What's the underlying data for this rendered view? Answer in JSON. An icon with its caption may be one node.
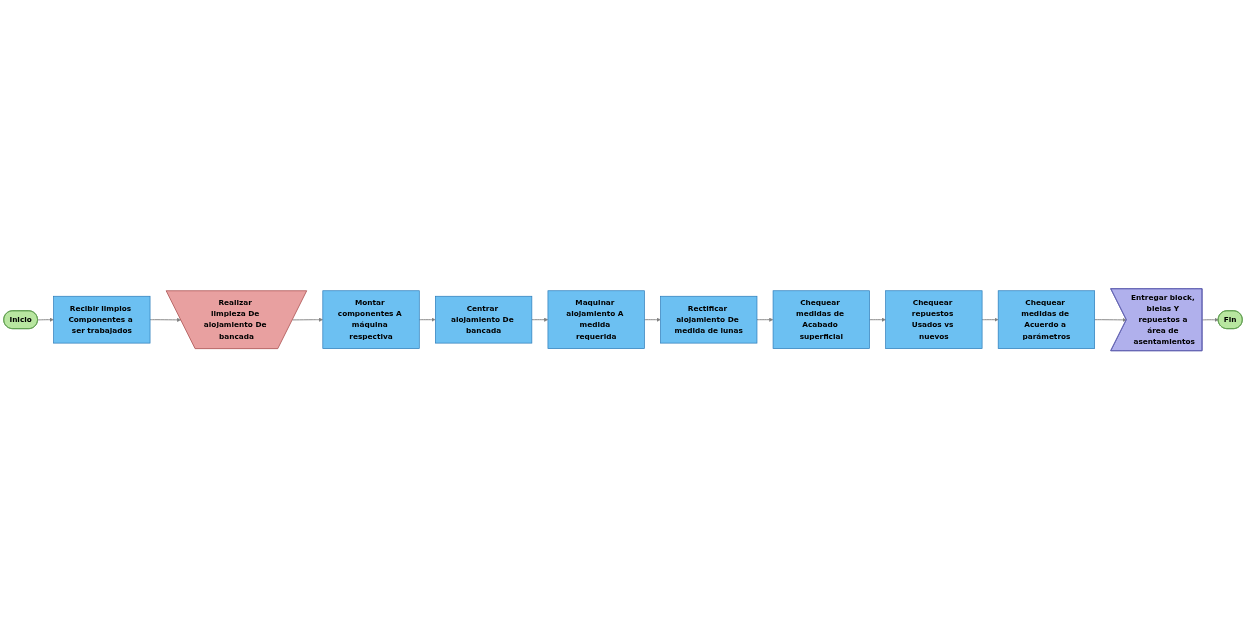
{
  "diagram": {
    "nodes": [
      {
        "text": [
          "Inicio"
        ]
      },
      {
        "text": [
          "Recibir limpios Componentes a ser trabajados"
        ]
      },
      {
        "text": [
          "Realizar limpieza De alojamiento De bancada"
        ]
      },
      {
        "text": [
          "Montar componentes A máquina respectiva"
        ]
      },
      {
        "text": [
          "Centrar alojamiento De bancada"
        ]
      },
      {
        "text": [
          "Maquinar alojamiento A medida requerida"
        ]
      },
      {
        "text": [
          "Rectificar alojamiento De medida de lunas"
        ]
      },
      {
        "text": [
          "Chequear medidas de Acabado superficial"
        ]
      },
      {
        "text": [
          "Chequear repuestos Usados vs nuevos"
        ]
      },
      {
        "text": [
          "Chequear medidas de Acuerdo a parámetros"
        ]
      },
      {
        "text": [
          "Entregar block, bielas Y repuestos a área de asentamientos"
        ]
      },
      {
        "text": [
          "Fin"
        ]
      }
    ],
    "edges": [
      {
        "from": 0,
        "to": 1,
        "arrow": "to"
      },
      {
        "from": 1,
        "to": 2,
        "arrow": "to"
      },
      {
        "from": 2,
        "to": 3,
        "arrow": "to"
      },
      {
        "from": 3,
        "to": 4,
        "arrow": "to"
      },
      {
        "from": 4,
        "to": 5,
        "arrow": "to"
      },
      {
        "from": 5,
        "to": 6,
        "arrow": "to"
      },
      {
        "from": 6,
        "to": 7,
        "arrow": "to"
      },
      {
        "from": 7,
        "to": 8,
        "arrow": "to"
      },
      {
        "from": 8,
        "to": 9,
        "arrow": "to"
      },
      {
        "from": 9,
        "to": 10,
        "arrow": "to"
      },
      {
        "from": 10,
        "to": 11,
        "arrow": "to"
      }
    ]
  }
}
